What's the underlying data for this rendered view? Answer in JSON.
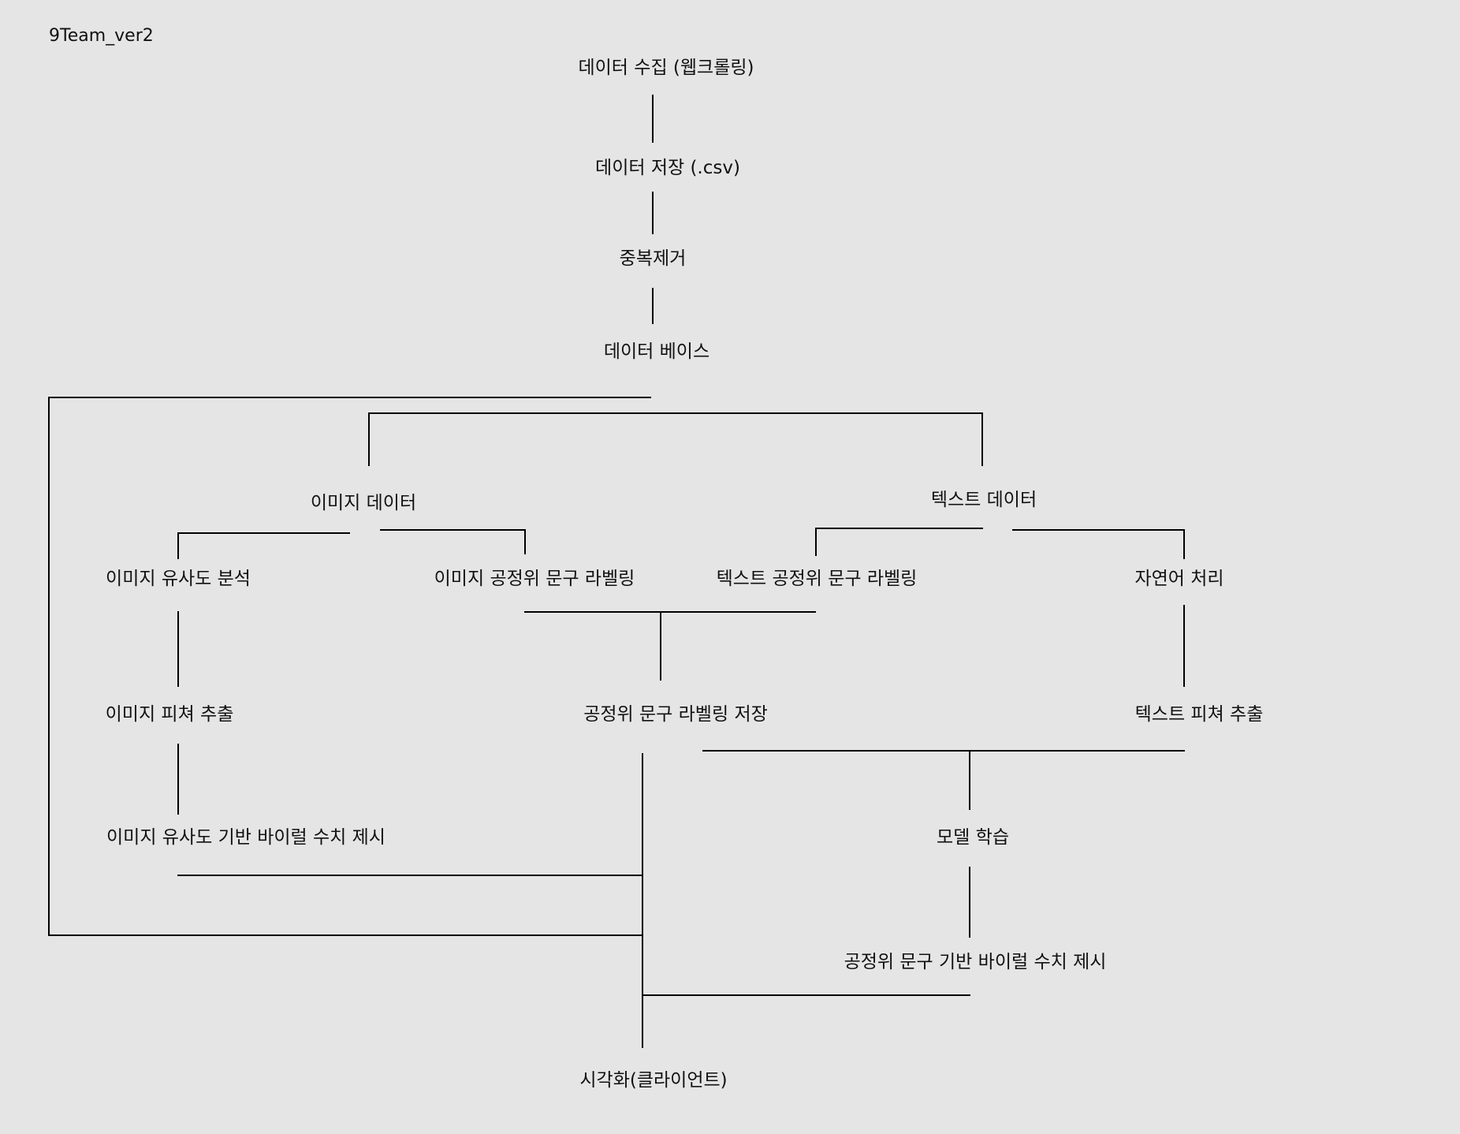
{
  "page": {
    "title": "9Team_ver2"
  },
  "nodes": {
    "data_collection": "데이터 수집 (웹크롤링)",
    "data_storage": "데이터 저장 (.csv)",
    "dedup": "중복제거",
    "database": "데이터 베이스",
    "image_data": "이미지 데이터",
    "text_data": "텍스트 데이터",
    "image_similarity_analysis": "이미지 유사도 분석",
    "image_fair_phrase_labeling": "이미지 공정위 문구 라벨링",
    "text_fair_phrase_labeling": "텍스트 공정위 문구 라벨링",
    "nlp": "자연어 처리",
    "image_feature_extraction": "이미지 피쳐 추출",
    "fair_phrase_label_storage": "공정위 문구 라벨링 저장",
    "text_feature_extraction": "텍스트 피쳐 추출",
    "image_similarity_viral_score": "이미지 유사도 기반 바이럴 수치 제시",
    "model_training": "모델 학습",
    "fair_phrase_viral_score": "공정위 문구 기반 바이럴 수치 제시",
    "visualization_client": "시각화(클라이언트)"
  }
}
